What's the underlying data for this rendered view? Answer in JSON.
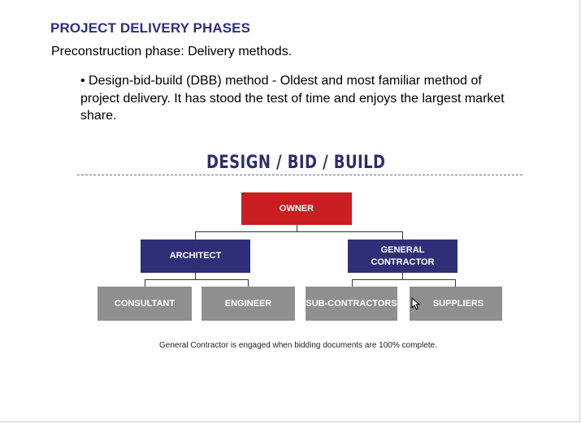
{
  "slide": {
    "title": "PROJECT DELIVERY PHASES",
    "subtitle": "Preconstruction phase: Delivery methods.",
    "bullet": "• Design-bid-build (DBB) method  - Oldest and most familiar method of project delivery. It has stood the test of time and enjoys the largest market share."
  },
  "diagram": {
    "title": "DESIGN / BID / BUILD",
    "owner": "OWNER",
    "architect": "ARCHITECT",
    "general_contractor": "GENERAL\nCONTRACTOR",
    "consultant": "CONSULTANT",
    "engineer": "ENGINEER",
    "subcontractors": "SUB-CONTRACTORS",
    "suppliers": "SUPPLIERS",
    "caption": "General Contractor is engaged when bidding documents are 100% complete."
  },
  "colors": {
    "owner": "#c91f22",
    "navy": "#2f2f77",
    "gray": "#8f8f8f",
    "title": "#2e2f7e"
  },
  "icons": {
    "cursor": "mouse-pointer-icon"
  }
}
